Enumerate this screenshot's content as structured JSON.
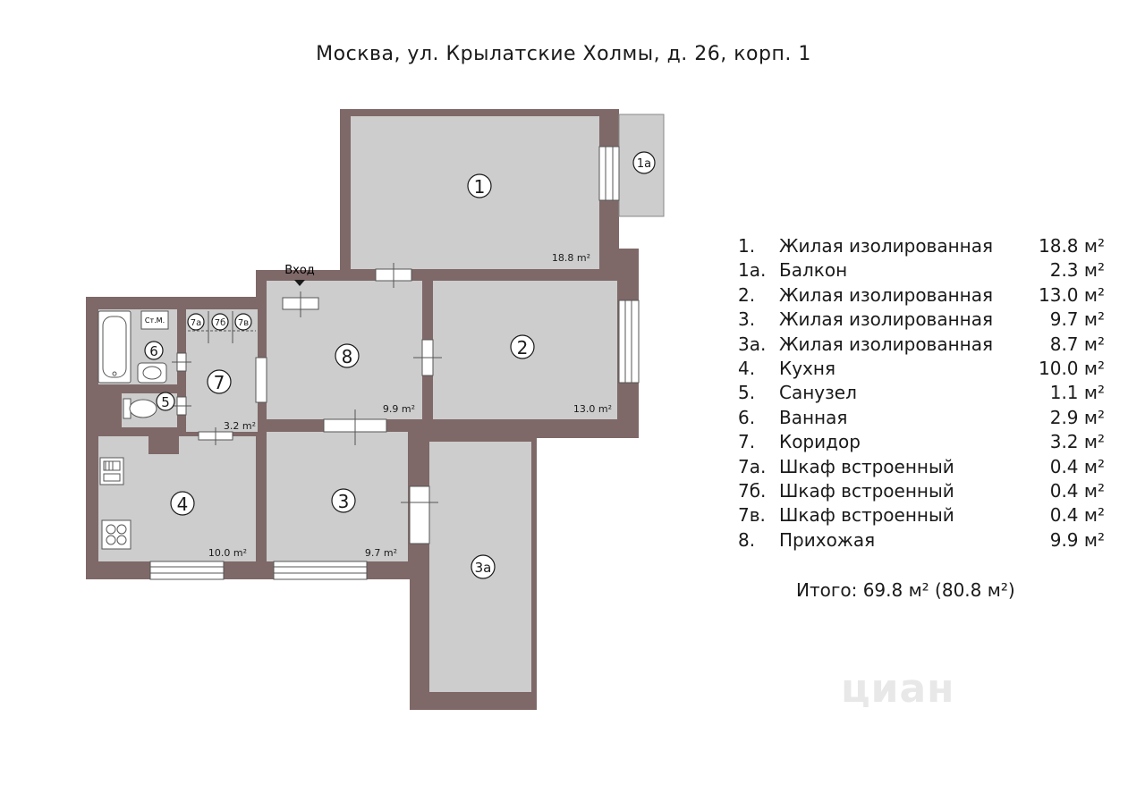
{
  "title": "Москва, ул. Крылатские Холмы, д. 26, корп. 1",
  "entrance_label": "Вход",
  "wall_color": "#7f6868",
  "room_color": "#cdcdcd",
  "rooms": [
    {
      "num": "1",
      "area": "18.8 m²"
    },
    {
      "num": "1a",
      "area": ""
    },
    {
      "num": "2",
      "area": "13.0 m²"
    },
    {
      "num": "3",
      "area": "9.7 m²"
    },
    {
      "num": "3a",
      "area": ""
    },
    {
      "num": "4",
      "area": "10.0 m²"
    },
    {
      "num": "5",
      "area": ""
    },
    {
      "num": "6",
      "area": ""
    },
    {
      "num": "7",
      "area": "3.2 m²"
    },
    {
      "num": "7a",
      "area": ""
    },
    {
      "num": "7б",
      "area": ""
    },
    {
      "num": "7в",
      "area": ""
    },
    {
      "num": "8",
      "area": "9.9 m²"
    }
  ],
  "fixtures": {
    "meter_label": "Ст.М."
  },
  "legend": [
    {
      "code": "1.",
      "name": "Жилая изолированная",
      "area": "18.8 м²"
    },
    {
      "code": "1a.",
      "name": "Балкон",
      "area": "2.3 м²"
    },
    {
      "code": "2.",
      "name": "Жилая изолированная",
      "area": "13.0 м²"
    },
    {
      "code": "3.",
      "name": "Жилая изолированная",
      "area": "9.7 м²"
    },
    {
      "code": "3a.",
      "name": "Жилая изолированная",
      "area": "8.7 м²"
    },
    {
      "code": "4.",
      "name": "Кухня",
      "area": "10.0 м²"
    },
    {
      "code": "5.",
      "name": "Санузел",
      "area": "1.1 м²"
    },
    {
      "code": "6.",
      "name": "Ванная",
      "area": "2.9 м²"
    },
    {
      "code": "7.",
      "name": "Коридор",
      "area": "3.2 м²"
    },
    {
      "code": "7a.",
      "name": "Шкаф встроенный",
      "area": "0.4 м²"
    },
    {
      "code": "7б.",
      "name": "Шкаф встроенный",
      "area": "0.4 м²"
    },
    {
      "code": "7в.",
      "name": "Шкаф встроенный",
      "area": "0.4 м²"
    },
    {
      "code": "8.",
      "name": "Прихожая",
      "area": "9.9 м²"
    }
  ],
  "total": "Итого: 69.8 м² (80.8 м²)",
  "watermark": "циан"
}
